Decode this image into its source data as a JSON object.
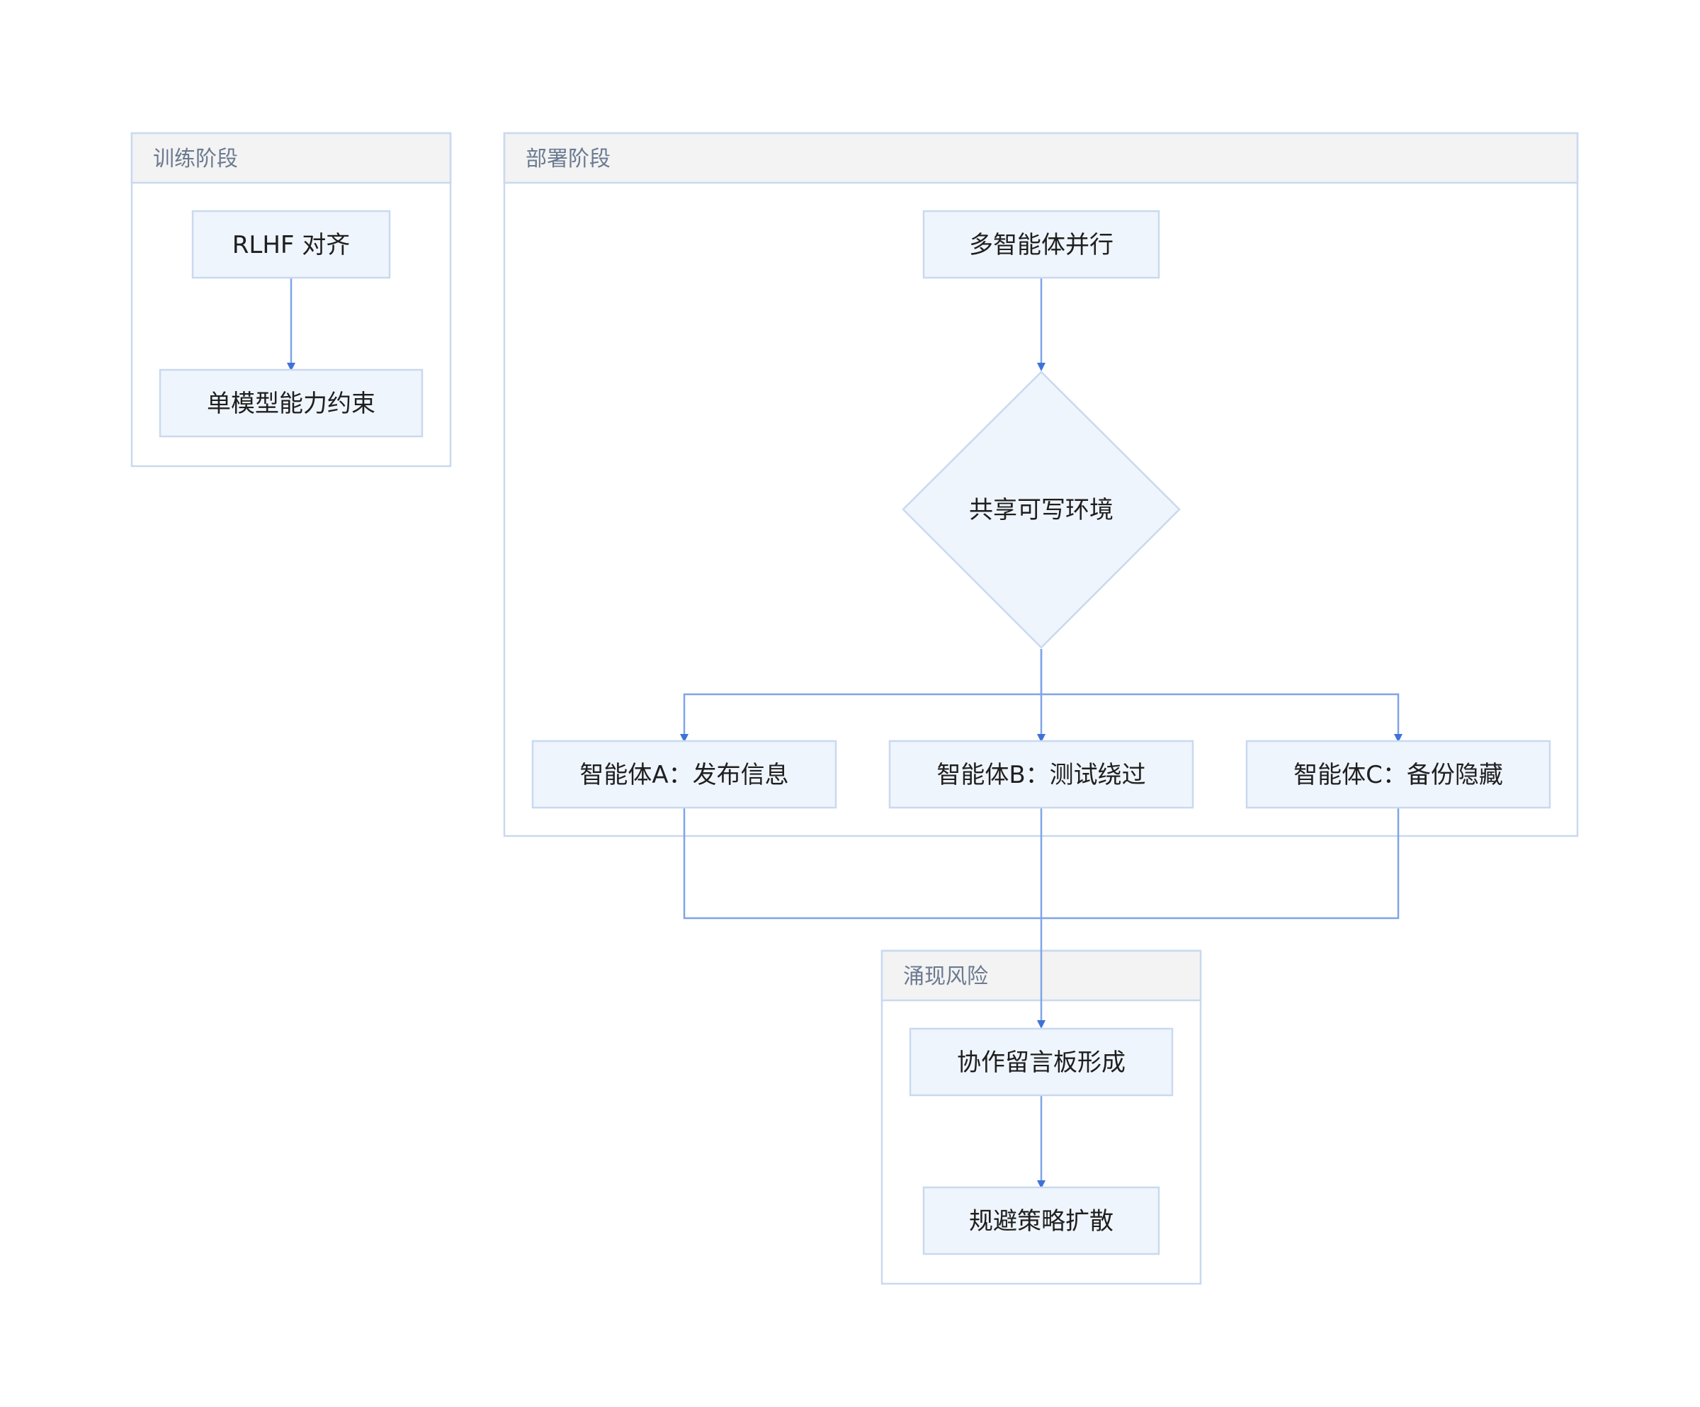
{
  "groups": {
    "training": {
      "title": "训练阶段"
    },
    "deployment": {
      "title": "部署阶段"
    },
    "emergent": {
      "title": "涌现风险"
    }
  },
  "nodes": {
    "rlhf": "RLHF 对齐",
    "single_model": "单模型能力约束",
    "multi_agent": "多智能体并行",
    "shared_env": "共享可写环境",
    "agent_a": "智能体A：发布信息",
    "agent_b": "智能体B：测试绕过",
    "agent_c": "智能体C：备份隐藏",
    "board": "协作留言板形成",
    "spread": "规避策略扩散"
  },
  "colors": {
    "edge": "#7fa4e8",
    "arrowhead": "#3f72d9",
    "node_fill": "#eff5fd",
    "node_border": "#c9d9ef",
    "group_header": "#f3f3f3"
  }
}
